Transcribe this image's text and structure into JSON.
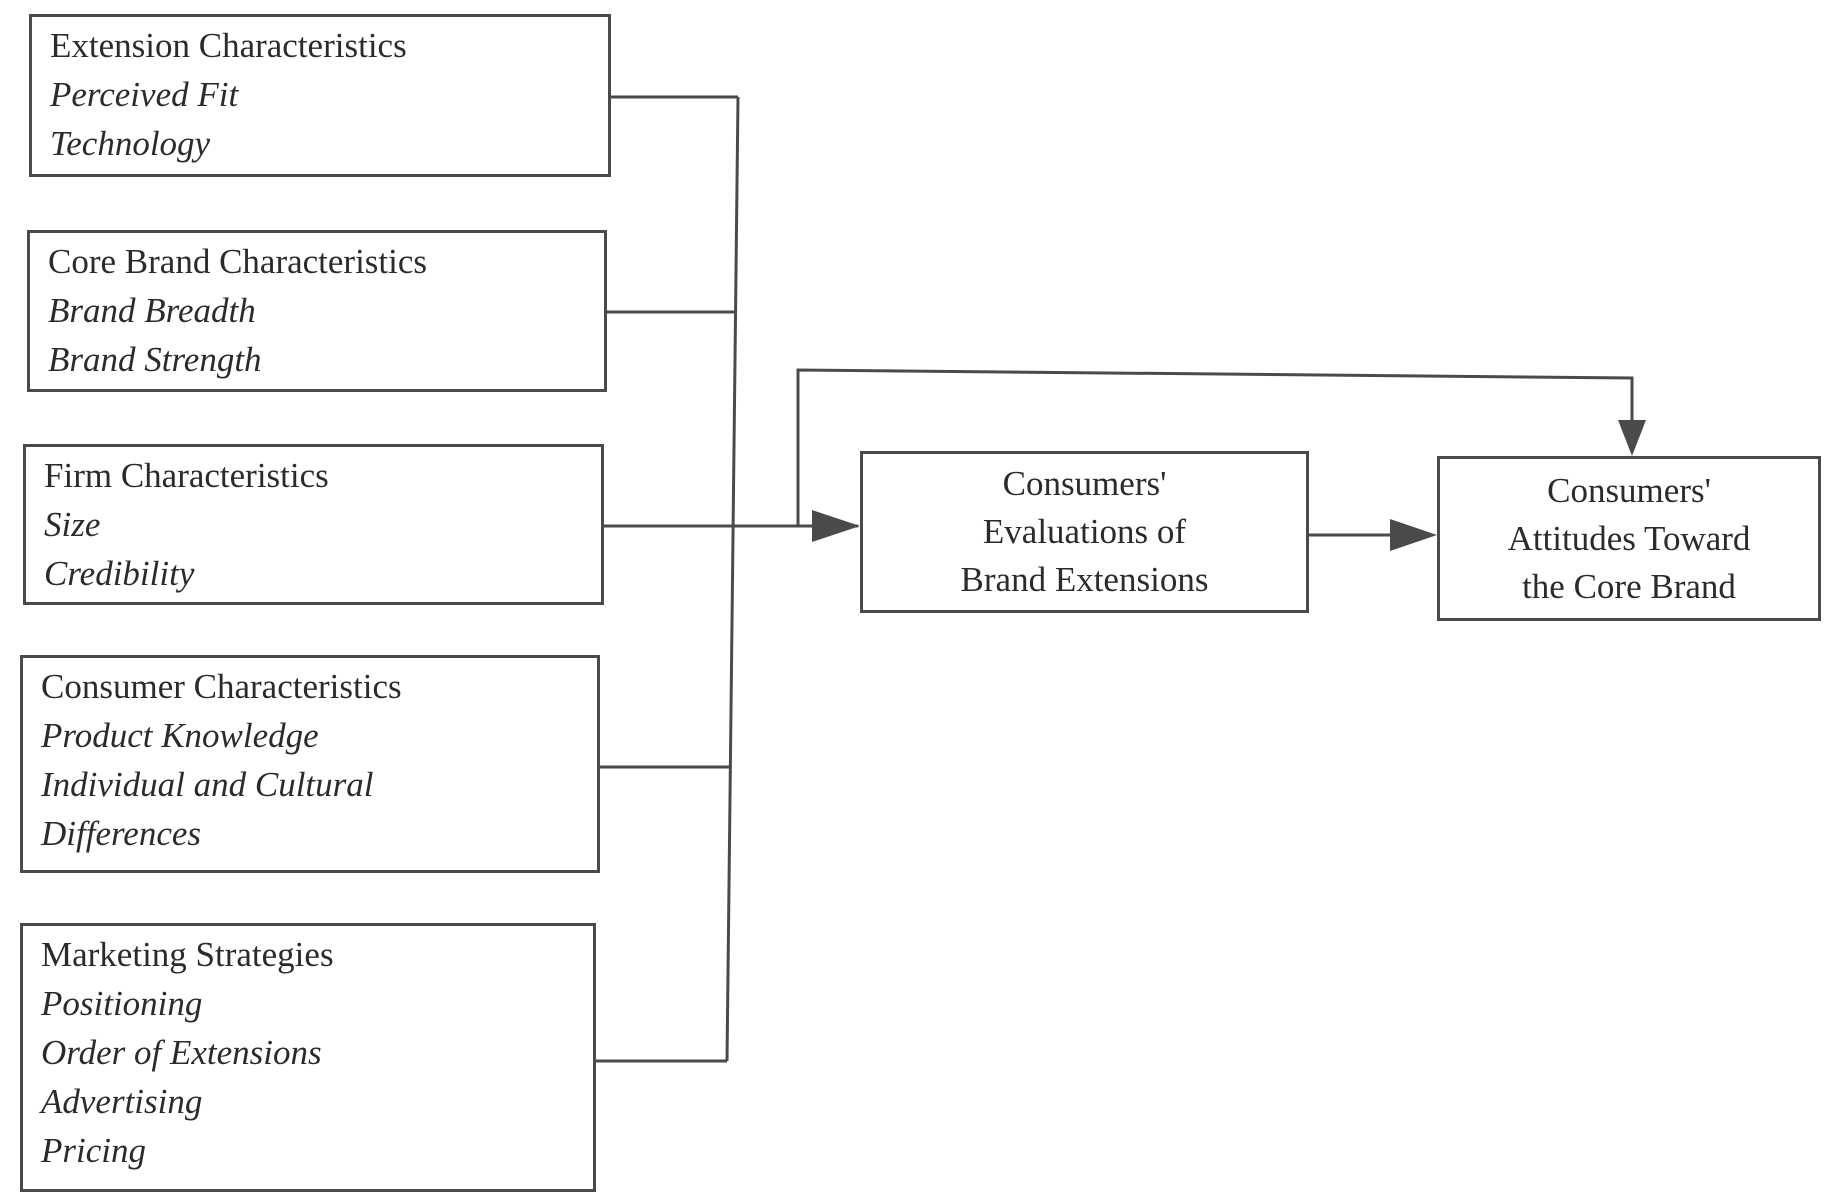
{
  "diagram": {
    "antecedents": [
      {
        "id": "extension",
        "heading": "Extension Characteristics",
        "items": [
          "Perceived Fit",
          "Technology"
        ]
      },
      {
        "id": "core-brand",
        "heading": "Core Brand Characteristics",
        "items": [
          "Brand Breadth",
          "Brand Strength"
        ]
      },
      {
        "id": "firm",
        "heading": "Firm Characteristics",
        "items": [
          "Size",
          "Credibility"
        ]
      },
      {
        "id": "consumer",
        "heading": "Consumer Characteristics",
        "items": [
          "Product Knowledge",
          "Individual and Cultural",
          "Differences"
        ]
      },
      {
        "id": "marketing",
        "heading": "Marketing Strategies",
        "items": [
          "Positioning",
          "Order of Extensions",
          "Advertising",
          "Pricing"
        ]
      }
    ],
    "evaluations": {
      "lines": [
        "Consumers'",
        "Evaluations of",
        "Brand Extensions"
      ]
    },
    "attitudes": {
      "lines": [
        "Consumers'",
        "Attitudes Toward",
        "the Core Brand"
      ]
    },
    "edges": [
      {
        "from": "antecedents",
        "to": "evaluations",
        "arrow": true
      },
      {
        "from": "evaluations",
        "to": "attitudes",
        "arrow": true
      },
      {
        "from": "antecedents",
        "to": "attitudes",
        "arrow": true,
        "route": "over-top"
      }
    ]
  }
}
